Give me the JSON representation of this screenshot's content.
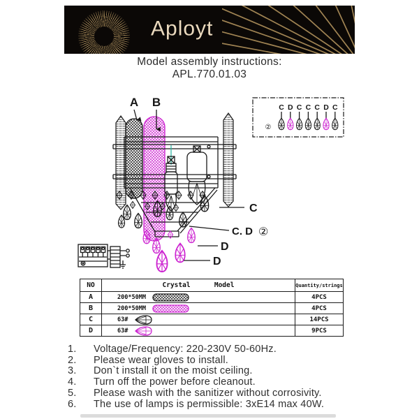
{
  "header": {
    "brand": "Aployt"
  },
  "title": {
    "line1": "Model assembly instructions:",
    "line2": "APL.770.01.03"
  },
  "diagram": {
    "label_a": "A",
    "label_b": "B",
    "label_c": "C",
    "label_cd": "C. D",
    "label_d": "D",
    "circled_two": "②",
    "inset_sequence": [
      "C",
      "D",
      "C",
      "C",
      "C",
      "D",
      "C"
    ]
  },
  "table": {
    "headers": {
      "no": "NO",
      "model": "Crystal      Model",
      "qty": "Quantity/strings"
    },
    "rows": [
      {
        "no": "A",
        "size": "200*50MM",
        "icon": "crystal-strand-black-icon",
        "qty": "4PCS"
      },
      {
        "no": "B",
        "size": "200*50MM",
        "icon": "crystal-strand-magenta-icon",
        "qty": "4PCS"
      },
      {
        "no": "C",
        "size": "63#",
        "icon": "crystal-drop-black-icon",
        "qty": "14PCS"
      },
      {
        "no": "D",
        "size": "63#",
        "icon": "crystal-drop-magenta-icon",
        "qty": "9PCS"
      }
    ]
  },
  "instructions": [
    {
      "num": "1.",
      "text": "Voltage/Frequency: 220-230V 50-60Hz."
    },
    {
      "num": "2.",
      "text": "Please wear gloves to install."
    },
    {
      "num": "3.",
      "text": "Don`t install it on the moist ceiling."
    },
    {
      "num": "4.",
      "text": "Turn off the power before cleanout."
    },
    {
      "num": "5.",
      "text": "Please wash with the sanitizer without corrosivity."
    },
    {
      "num": "6.",
      "text": "The use of lamps is permissible: 3xE14 max 40W."
    }
  ],
  "colors": {
    "header_bg": "#0b0806",
    "gold": "#b3945f",
    "cream": "#ead9bd",
    "magenta": "#cc22d0",
    "ink": "#1a1a1a"
  }
}
